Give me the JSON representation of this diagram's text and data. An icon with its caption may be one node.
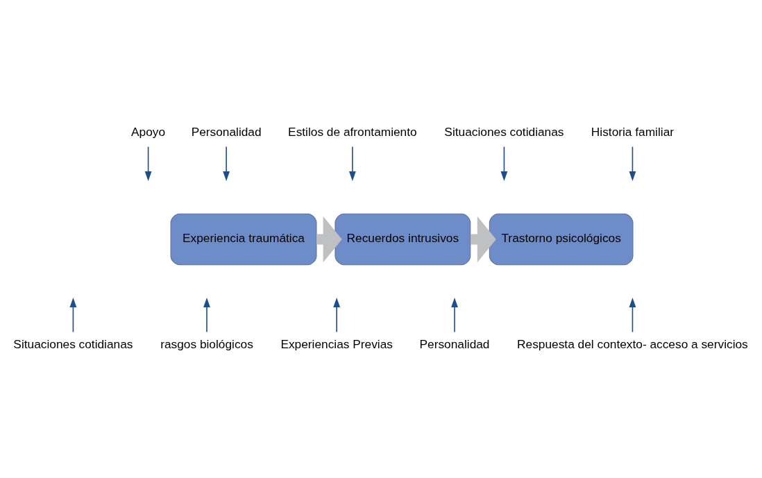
{
  "diagram": {
    "nodes": [
      {
        "text": [
          "Experiencia traumática"
        ]
      },
      {
        "text": [
          "Recuerdos intrusivos"
        ]
      },
      {
        "text": [
          "Trastorno psicológicos"
        ]
      },
      {
        "text": [
          "Apoyo"
        ]
      },
      {
        "text": [
          "Personalidad"
        ]
      },
      {
        "text": [
          "Situaciones cotidianas"
        ]
      },
      {
        "text": [
          "rasgos biológicos"
        ]
      },
      {
        "text": [
          "Experiencias Previas"
        ]
      },
      {
        "text": [
          "Estilos de afrontamiento"
        ]
      },
      {
        "text": [
          "Situaciones cotidianas"
        ]
      },
      {
        "text": [
          "Historia familiar"
        ]
      },
      {
        "text": [
          "Personalidad"
        ]
      },
      {
        "text": [
          "Respuesta del contexto- acceso a servicios"
        ]
      }
    ],
    "edges": [
      {
        "from": 0,
        "to": 1,
        "arrow": "to",
        "style": "thick",
        "color": "#bfc0c2"
      },
      {
        "from": 1,
        "to": 2,
        "arrow": "to",
        "style": "thick",
        "color": "#bfc0c2"
      },
      {
        "from": 3,
        "to": null,
        "arrow": "to"
      },
      {
        "from": 4,
        "to": null,
        "arrow": "to"
      },
      {
        "from": 5,
        "to": null,
        "arrow": "to"
      },
      {
        "from": 6,
        "to": null,
        "arrow": "to"
      },
      {
        "from": 7,
        "to": null,
        "arrow": "to"
      },
      {
        "from": 8,
        "to": null,
        "arrow": "to"
      },
      {
        "from": 9,
        "to": null,
        "arrow": "to"
      },
      {
        "from": 10,
        "to": null,
        "arrow": "to"
      },
      {
        "from": 11,
        "to": null,
        "arrow": "to"
      },
      {
        "from": 12,
        "to": null,
        "arrow": "to"
      }
    ]
  }
}
